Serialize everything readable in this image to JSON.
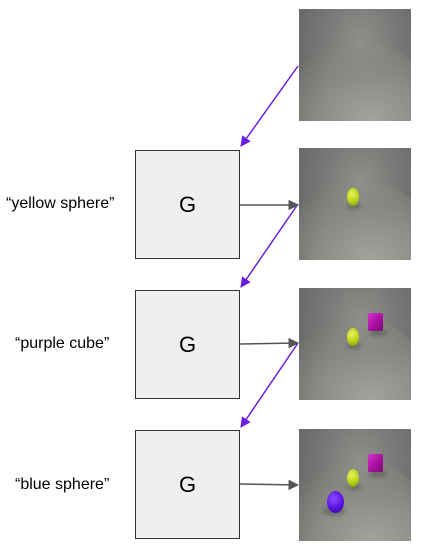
{
  "generator": {
    "letter": "G"
  },
  "prompts": [
    "“yellow sphere”",
    "“purple cube”",
    "“blue sphere”"
  ],
  "scenes": [
    {
      "objects": []
    },
    {
      "objects": [
        "yellow sphere"
      ]
    },
    {
      "objects": [
        "yellow sphere",
        "purple cube"
      ]
    },
    {
      "objects": [
        "yellow sphere",
        "purple cube",
        "blue sphere"
      ]
    }
  ],
  "colors": {
    "feedback_arrow": "#6a1fe0",
    "output_arrow": "#555555",
    "yellow_sphere": "#b9d21b",
    "purple_cube": "#a8109f",
    "blue_sphere": "#5a10e0"
  }
}
